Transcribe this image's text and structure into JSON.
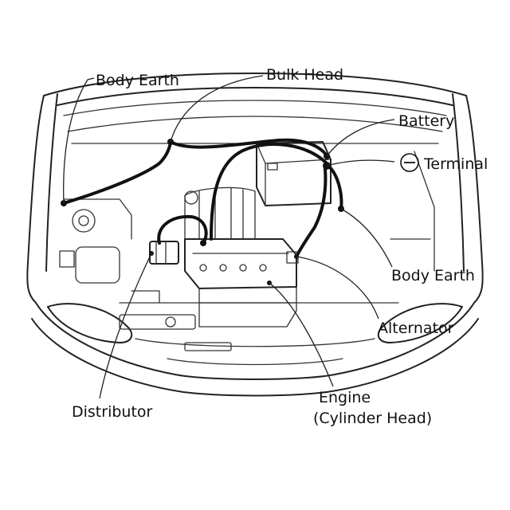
{
  "labels": {
    "body_earth_left": "Body Earth",
    "bulk_head": "Bulk Head",
    "battery": "Battery",
    "terminal": "Terminal",
    "body_earth_right": "Body Earth",
    "alternator": "Alternator",
    "distributor": "Distributor",
    "engine_line1": "Engine",
    "engine_line2": "(Cylinder Head)"
  },
  "colors": {
    "ink": "#111111",
    "background": "#ffffff"
  }
}
